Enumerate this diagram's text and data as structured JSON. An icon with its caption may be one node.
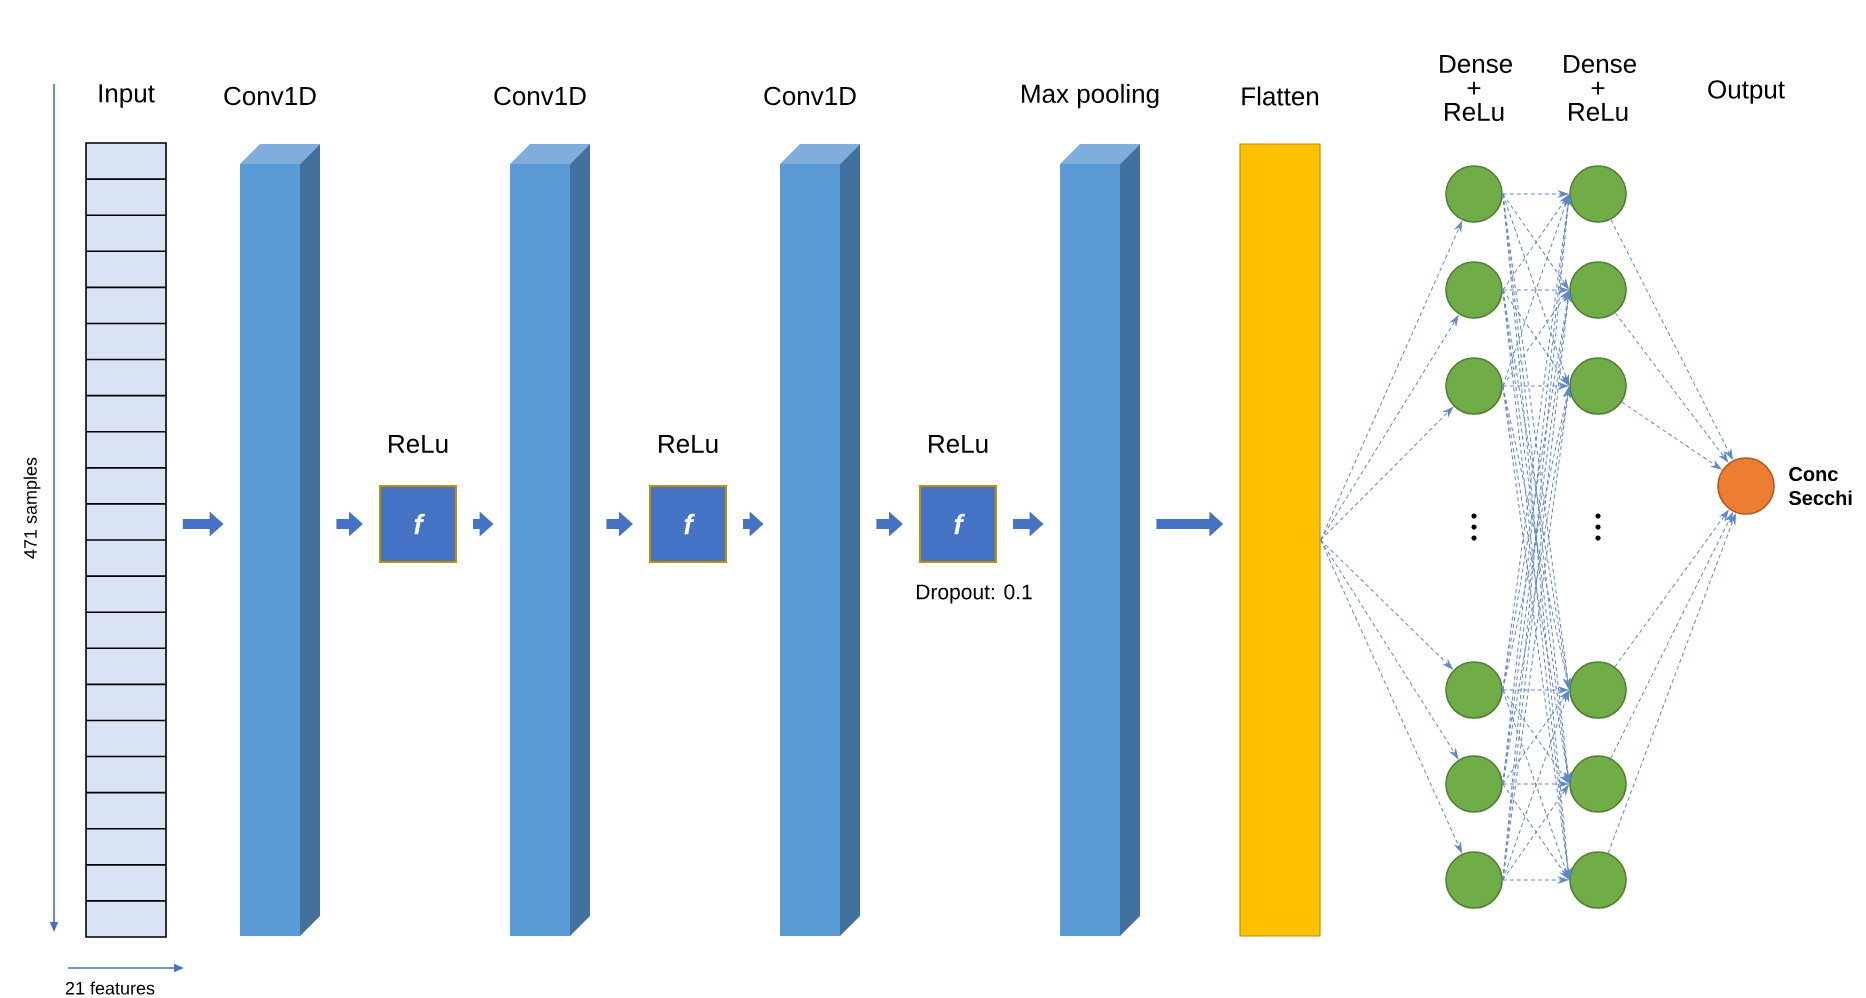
{
  "diagram": {
    "nodes": [
      {
        "text": [
          "Input"
        ]
      },
      {
        "text": [
          "Conv1D"
        ]
      },
      {
        "text": [
          "ReLu",
          "f"
        ]
      },
      {
        "text": [
          "Conv1D"
        ]
      },
      {
        "text": [
          "ReLu",
          "f"
        ]
      },
      {
        "text": [
          "Conv1D"
        ]
      },
      {
        "text": [
          "ReLu",
          "f"
        ],
        "beside": [
          "Dropout: 0.1"
        ]
      },
      {
        "text": [
          "Max pooling"
        ]
      },
      {
        "text": [
          "Flatten"
        ]
      },
      {
        "text": [],
        "shape": "circle"
      },
      {
        "text": [],
        "shape": "circle"
      },
      {
        "text": [],
        "shape": "circle"
      },
      {
        "text": [],
        "shape": "circle"
      },
      {
        "text": [],
        "shape": "circle"
      },
      {
        "text": [],
        "shape": "circle"
      },
      {
        "text": [],
        "shape": "circle"
      },
      {
        "text": [],
        "shape": "circle"
      },
      {
        "text": [],
        "shape": "circle"
      },
      {
        "text": [],
        "shape": "circle"
      },
      {
        "text": [],
        "shape": "circle"
      },
      {
        "text": [],
        "shape": "circle"
      },
      {
        "text": [],
        "shape": "circle",
        "beside": [
          "Conc Secchi"
        ]
      }
    ],
    "edges": [
      {
        "from": 0,
        "to": 1,
        "arrow": "to",
        "style": "thick"
      },
      {
        "from": 1,
        "to": 2,
        "arrow": "to",
        "style": "thick"
      },
      {
        "from": 2,
        "to": 3,
        "arrow": "to",
        "style": "thick"
      },
      {
        "from": 3,
        "to": 4,
        "arrow": "to",
        "style": "thick"
      },
      {
        "from": 4,
        "to": 5,
        "arrow": "to",
        "style": "thick"
      },
      {
        "from": 5,
        "to": 6,
        "arrow": "to",
        "style": "thick"
      },
      {
        "from": 6,
        "to": 7,
        "arrow": "to",
        "style": "thick"
      },
      {
        "from": 7,
        "to": 8,
        "arrow": "to",
        "style": "thick"
      },
      {
        "from": 8,
        "to": 9,
        "arrow": "to",
        "style": "dashed"
      },
      {
        "from": 8,
        "to": 10,
        "arrow": "to",
        "style": "dashed"
      },
      {
        "from": 8,
        "to": 11,
        "arrow": "to",
        "style": "dashed"
      },
      {
        "from": 8,
        "to": 12,
        "arrow": "to",
        "style": "dashed"
      },
      {
        "from": 8,
        "to": 13,
        "arrow": "to",
        "style": "dashed"
      },
      {
        "from": 8,
        "to": 14,
        "arrow": "to",
        "style": "dashed"
      },
      {
        "from": 9,
        "to": 15,
        "arrow": "to",
        "style": "dashed"
      },
      {
        "from": 9,
        "to": 16,
        "arrow": "to",
        "style": "dashed"
      },
      {
        "from": 9,
        "to": 17,
        "arrow": "to",
        "style": "dashed"
      },
      {
        "from": 9,
        "to": 18,
        "arrow": "to",
        "style": "dashed"
      },
      {
        "from": 9,
        "to": 19,
        "arrow": "to",
        "style": "dashed"
      },
      {
        "from": 9,
        "to": 20,
        "arrow": "to",
        "style": "dashed"
      },
      {
        "from": 10,
        "to": 15,
        "arrow": "to",
        "style": "dashed"
      },
      {
        "from": 10,
        "to": 16,
        "arrow": "to",
        "style": "dashed"
      },
      {
        "from": 10,
        "to": 17,
        "arrow": "to",
        "style": "dashed"
      },
      {
        "from": 10,
        "to": 18,
        "arrow": "to",
        "style": "dashed"
      },
      {
        "from": 10,
        "to": 19,
        "arrow": "to",
        "style": "dashed"
      },
      {
        "from": 10,
        "to": 20,
        "arrow": "to",
        "style": "dashed"
      },
      {
        "from": 11,
        "to": 15,
        "arrow": "to",
        "style": "dashed"
      },
      {
        "from": 11,
        "to": 16,
        "arrow": "to",
        "style": "dashed"
      },
      {
        "from": 11,
        "to": 17,
        "arrow": "to",
        "style": "dashed"
      },
      {
        "from": 11,
        "to": 18,
        "arrow": "to",
        "style": "dashed"
      },
      {
        "from": 11,
        "to": 19,
        "arrow": "to",
        "style": "dashed"
      },
      {
        "from": 11,
        "to": 20,
        "arrow": "to",
        "style": "dashed"
      },
      {
        "from": 12,
        "to": 15,
        "arrow": "to",
        "style": "dashed"
      },
      {
        "from": 12,
        "to": 16,
        "arrow": "to",
        "style": "dashed"
      },
      {
        "from": 12,
        "to": 17,
        "arrow": "to",
        "style": "dashed"
      },
      {
        "from": 12,
        "to": 18,
        "arrow": "to",
        "style": "dashed"
      },
      {
        "from": 12,
        "to": 19,
        "arrow": "to",
        "style": "dashed"
      },
      {
        "from": 12,
        "to": 20,
        "arrow": "to",
        "style": "dashed"
      },
      {
        "from": 13,
        "to": 15,
        "arrow": "to",
        "style": "dashed"
      },
      {
        "from": 13,
        "to": 16,
        "arrow": "to",
        "style": "dashed"
      },
      {
        "from": 13,
        "to": 17,
        "arrow": "to",
        "style": "dashed"
      },
      {
        "from": 13,
        "to": 18,
        "arrow": "to",
        "style": "dashed"
      },
      {
        "from": 13,
        "to": 19,
        "arrow": "to",
        "style": "dashed"
      },
      {
        "from": 13,
        "to": 20,
        "arrow": "to",
        "style": "dashed"
      },
      {
        "from": 14,
        "to": 15,
        "arrow": "to",
        "style": "dashed"
      },
      {
        "from": 14,
        "to": 16,
        "arrow": "to",
        "style": "dashed"
      },
      {
        "from": 14,
        "to": 17,
        "arrow": "to",
        "style": "dashed"
      },
      {
        "from": 14,
        "to": 18,
        "arrow": "to",
        "style": "dashed"
      },
      {
        "from": 14,
        "to": 19,
        "arrow": "to",
        "style": "dashed"
      },
      {
        "from": 14,
        "to": 20,
        "arrow": "to",
        "style": "dashed"
      },
      {
        "from": 15,
        "to": 21,
        "arrow": "to",
        "style": "dashed"
      },
      {
        "from": 16,
        "to": 21,
        "arrow": "to",
        "style": "dashed"
      },
      {
        "from": 17,
        "to": 21,
        "arrow": "to",
        "style": "dashed"
      },
      {
        "from": 18,
        "to": 21,
        "arrow": "to",
        "style": "dashed"
      },
      {
        "from": 19,
        "to": 21,
        "arrow": "to",
        "style": "dashed"
      },
      {
        "from": 20,
        "to": 21,
        "arrow": "to",
        "style": "dashed"
      }
    ],
    "labels": [
      "Dense + ReLu",
      "Dense + ReLu",
      "Output",
      "471 samples",
      "21 features"
    ]
  }
}
